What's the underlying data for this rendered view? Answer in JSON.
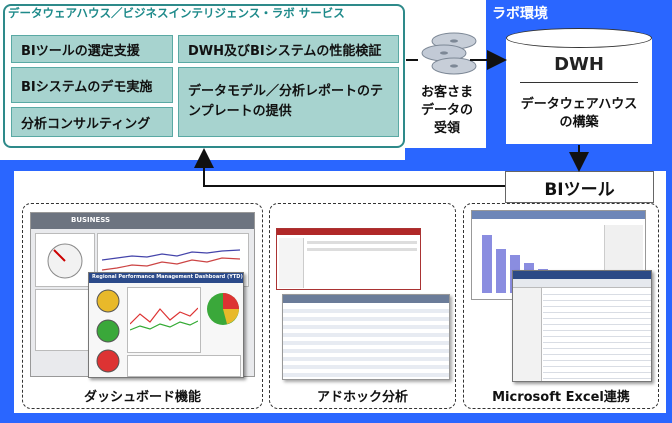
{
  "services": {
    "title": "データウェアハウス／ビジネスインテリジェンス・ラボ サービス",
    "items": [
      "BIツールの選定支援",
      "DWH及びBIシステムの性能検証",
      "BIシステムのデモ実施",
      "データモデル／分析レポートのテンプレートの提供",
      "分析コンサルティング"
    ]
  },
  "lab": {
    "title": "ラボ環境",
    "dwh_label": "DWH",
    "dwh_caption_line1": "データウェアハウス",
    "dwh_caption_line2": "の構築",
    "bi_tool": "BIツール"
  },
  "customer_data": {
    "line1": "お客さま",
    "line2": "データの",
    "line3": "受領"
  },
  "screenshots": {
    "dashboard": {
      "caption": "ダッシュボード機能",
      "brand": "BUSINESS",
      "dashboard_title": "Regional Performance Management Dashboard (YTD)"
    },
    "adhoc": {
      "caption": "アドホック分析"
    },
    "excel": {
      "caption": "Microsoft Excel連携"
    }
  },
  "colors": {
    "teal": "#2e8a8a",
    "service_box": "#a7d3cf",
    "lab_blue": "#2a66ff"
  }
}
